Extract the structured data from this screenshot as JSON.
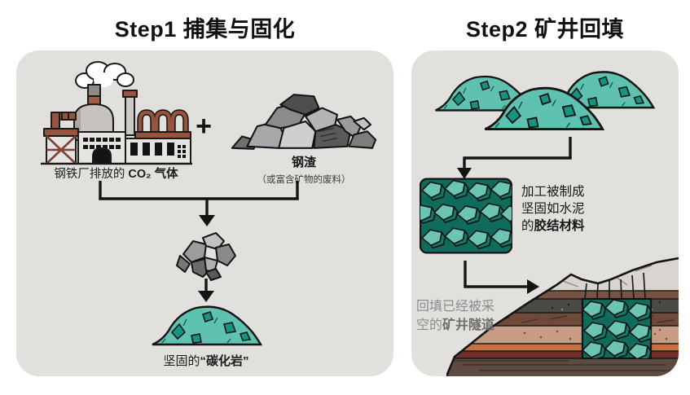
{
  "titles": {
    "step1": "Step1 捕集与固化",
    "step2": "Step2 矿井回填"
  },
  "step1": {
    "factory_caption_prefix": "钢铁厂排放的 ",
    "factory_caption_bold": "CO₂ 气体",
    "plus_sign": "+",
    "slag_title": "钢渣",
    "slag_subtitle": "（或富含矿物的废料）",
    "result_prefix": "坚固的",
    "result_bold": "“碳化岩”"
  },
  "step2": {
    "process_line1": "加工被制成",
    "process_line2": "坚固如水泥",
    "process_line3_prefix": "的",
    "process_line3_bold": "胶结材料",
    "backfill_line1": "回填已经被采",
    "backfill_line2_prefix": "空的",
    "backfill_line2_bold": "矿井隧道"
  },
  "colors": {
    "panel_background": "#e1e0dd",
    "teal_light": "#5fc2b0",
    "teal_dark": "#17947f",
    "teal_block_bg": "#0f6b5b",
    "factory_rust": "#96543f",
    "gray_text": "#8b8b8b",
    "strata_orange": "#c8703f",
    "strata_maroon": "#6e3029"
  }
}
